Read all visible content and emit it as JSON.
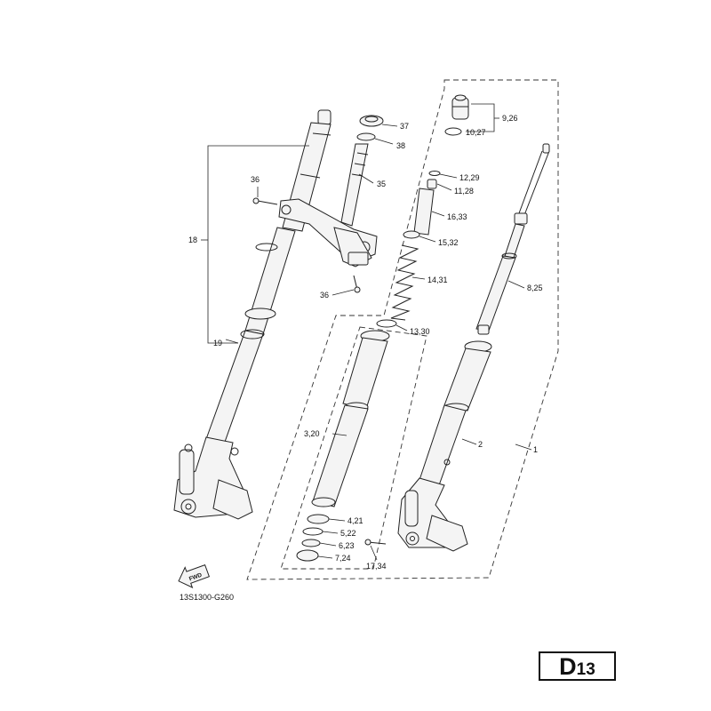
{
  "diagram": {
    "drawing_code": "13S1300-G260",
    "direction_mark": "FWD",
    "page_badge": {
      "letter": "D",
      "number": "13"
    },
    "callouts": {
      "p37": "37",
      "p38": "38",
      "p35": "35",
      "p36a": "36",
      "p36b": "36",
      "p18": "18",
      "p19": "19",
      "p9_26": "9,26",
      "p10_27": "10,27",
      "p12_29": "12,29",
      "p11_28": "11,28",
      "p16_33": "16,33",
      "p15_32": "15,32",
      "p14_31": "14,31",
      "p13_30": "13,30",
      "p8_25": "8,25",
      "p3_20": "3,20",
      "p2": "2",
      "p1": "1",
      "p4_21": "4,21",
      "p5_22": "5,22",
      "p6_23": "6,23",
      "p7_24": "7,24",
      "p17_34": "17,34"
    }
  }
}
